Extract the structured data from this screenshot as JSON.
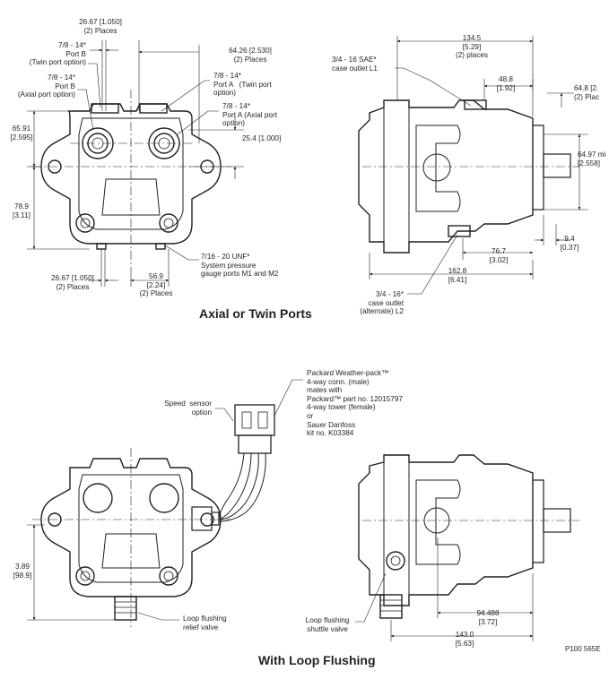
{
  "captions": {
    "top": "Axial or Twin Ports",
    "bottom": "With Loop Flushing",
    "figure_ref": "P100 565E"
  },
  "top_front": {
    "dim_top_width": "26.67 [1.050]\n(2) Places",
    "port_b_twin": "7/8 - 14*\nPort B\n(Twin port option)",
    "port_b_axial": "7/8 - 14*\nPort B\n(Axial port option)",
    "dim_right_width": "64.26 [2.530]\n(2) Places",
    "port_a_twin": "7/8 - 14*\nPort A   (Twin port\noption)",
    "port_a_axial": "7/8 - 14*\nPort A (Axial port\noption)",
    "dim_port_offset": "25.4 [1.000]",
    "dim_left_upper": "65.91\n[2.595]",
    "dim_left_lower": "78.9\n[3.11]",
    "gauge_ports": "7/16 - 20 UNF*\nSystem pressure\ngauge ports M1 and M2",
    "dim_bottom_left": "26.67 [1.050]\n(2) Places",
    "dim_bottom_right": "56.9\n[2.24]\n(2) Places"
  },
  "top_side": {
    "case_outlet_l1": "3/4 - 16 SAE*\ncase outlet L1",
    "dim_top": "134.5\n[5.29]\n(2) places",
    "dim_48": "48.8\n[1.92]",
    "dim_right_top": "64.8 [2.\n(2) Plac",
    "dim_shaft": "64.97 mi\n[2.558]",
    "dim_9": "9.4\n[0.37]",
    "dim_76": "76.7\n[3.02]",
    "dim_162": "162.8\n[6.41]",
    "case_outlet_l2": "3/4 - 16*\ncase outlet\n(alternate) L2"
  },
  "bottom_front": {
    "connector_note": "Packard Weather-pack™\n4-way conn. (male)\nmates with\nPackard™ part no. 12015797\n4-way tower (female)\nor\nSauer Danfoss\nkit no. K03384",
    "speed_sensor": "Speed  sensor\noption",
    "dim_left": "3.89\n[98.9]",
    "relief_valve": "Loop flushing\nrelief valve"
  },
  "bottom_side": {
    "shuttle_valve": "Loop flushing\nshuttle valve",
    "dim_94": "94.488\n[3.72]",
    "dim_143": "143.0\n[5.63]"
  }
}
